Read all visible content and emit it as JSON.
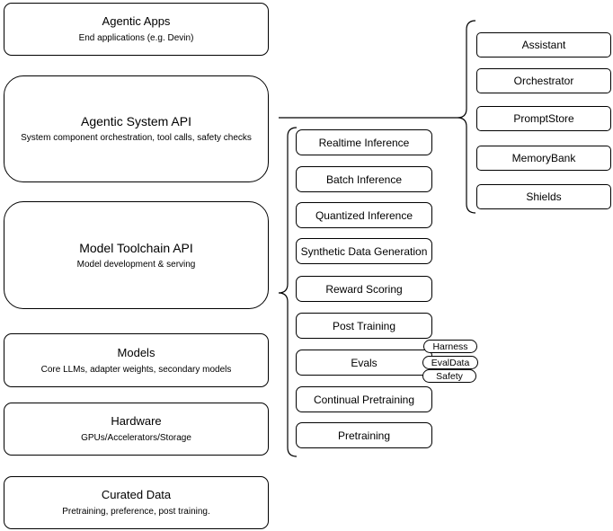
{
  "colors": {
    "stroke": "#000000",
    "fill": "#ffffff",
    "text": "#000000"
  },
  "left_column": {
    "items": [
      {
        "title": "Agentic Apps",
        "subtitle": "End applications (e.g. Devin)"
      },
      {
        "title": "Agentic System API",
        "subtitle": "System component orchestration, tool calls, safety checks"
      },
      {
        "title": "Model Toolchain API",
        "subtitle": "Model development & serving"
      },
      {
        "title": "Models",
        "subtitle": "Core LLMs, adapter weights, secondary models"
      },
      {
        "title": "Hardware",
        "subtitle": "GPUs/Accelerators/Storage"
      },
      {
        "title": "Curated Data",
        "subtitle": "Pretraining, preference, post training."
      }
    ]
  },
  "toolchain_column": {
    "items": [
      {
        "label": "Realtime Inference"
      },
      {
        "label": "Batch Inference"
      },
      {
        "label": "Quantized Inference"
      },
      {
        "label": "Synthetic Data Generation"
      },
      {
        "label": "Reward Scoring"
      },
      {
        "label": "Post Training"
      },
      {
        "label": "Evals"
      },
      {
        "label": "Continual Pretraining"
      },
      {
        "label": "Pretraining"
      }
    ]
  },
  "system_column": {
    "items": [
      {
        "label": "Assistant"
      },
      {
        "label": "Orchestrator"
      },
      {
        "label": "PromptStore"
      },
      {
        "label": "MemoryBank"
      },
      {
        "label": "Shields"
      }
    ]
  },
  "eval_tags": {
    "items": [
      {
        "label": "Harness"
      },
      {
        "label": "EvalData"
      },
      {
        "label": "Safety"
      }
    ]
  }
}
